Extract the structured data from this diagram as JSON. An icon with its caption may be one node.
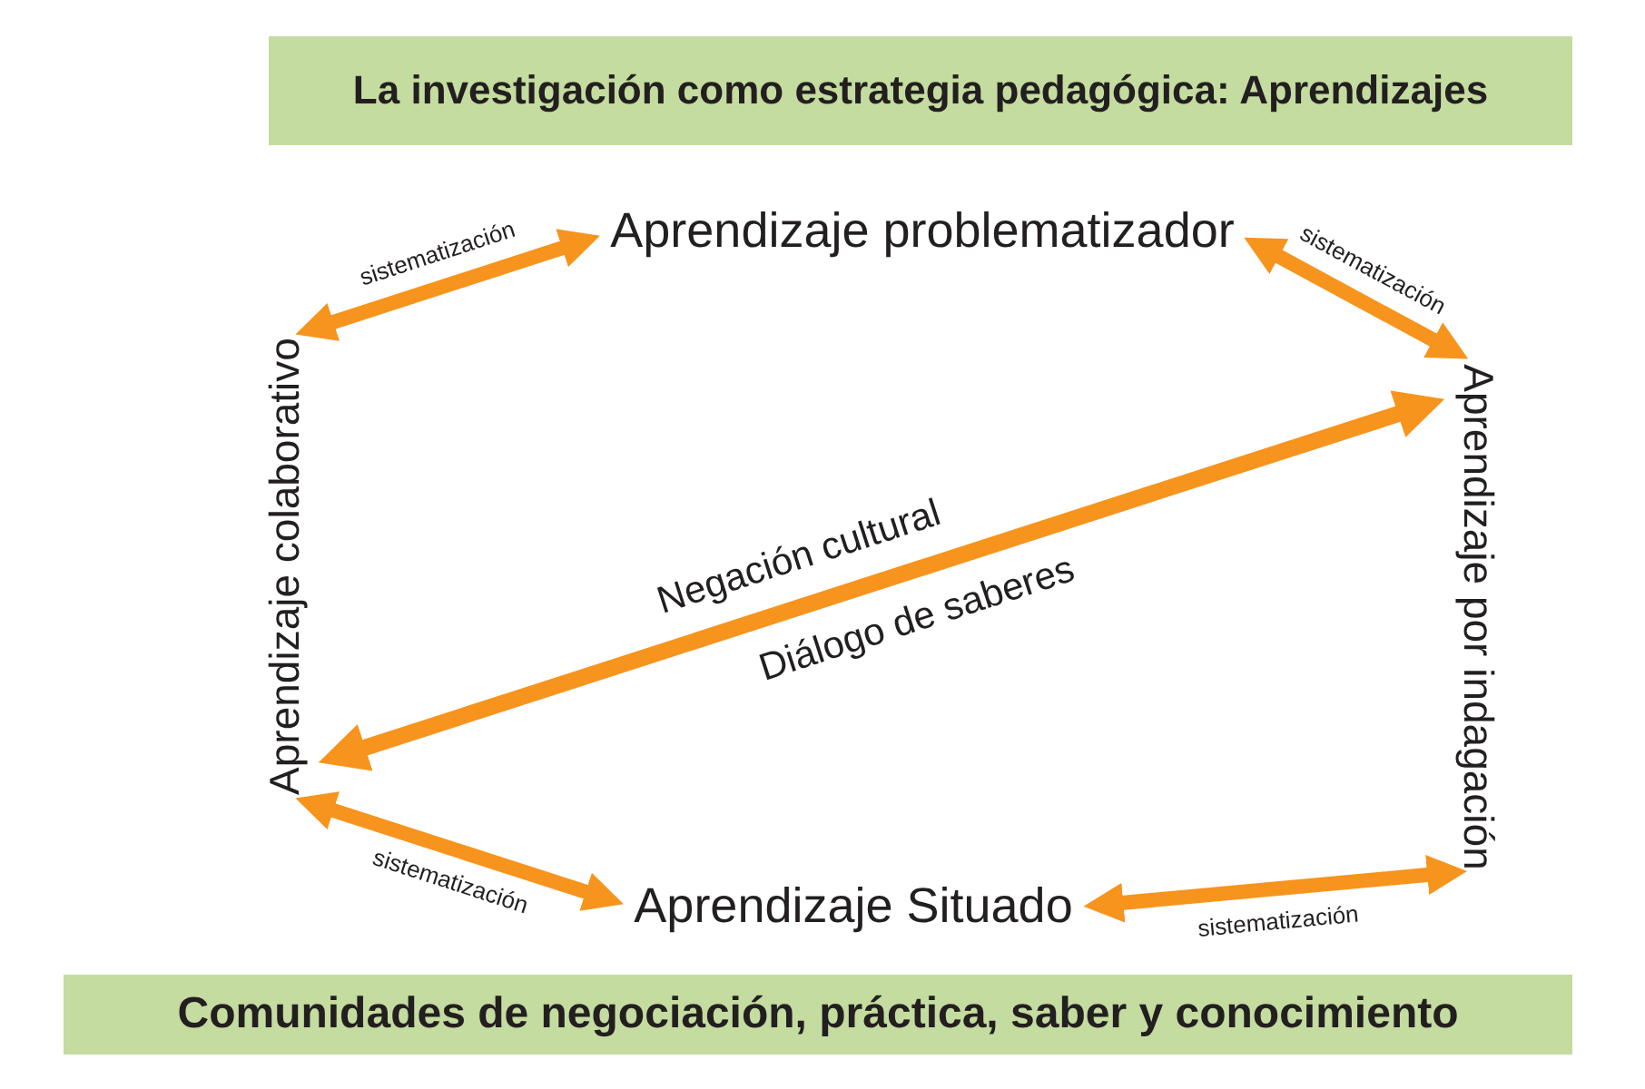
{
  "diagram": {
    "nodes": [
      {
        "text": [
          "La investigación como estrategia pedagógica: Aprendizajes"
        ]
      },
      {
        "text": [
          "Aprendizaje problematizador"
        ]
      },
      {
        "text": [
          "Aprendizaje colaborativo"
        ]
      },
      {
        "text": [
          "Aprendizaje por indagación"
        ]
      },
      {
        "text": [
          "Aprendizaje Situado"
        ]
      },
      {
        "text": [
          "Comunidades de negociación, práctica, saber y conocimiento"
        ]
      }
    ],
    "edges": [
      {
        "from": 2,
        "to": 1,
        "arrow": "both",
        "label": "sistematización"
      },
      {
        "from": 1,
        "to": 3,
        "arrow": "both",
        "label": "sistematización"
      },
      {
        "from": 2,
        "to": 4,
        "arrow": "both",
        "label": "sistematización"
      },
      {
        "from": 4,
        "to": 3,
        "arrow": "both",
        "label": "sistematización"
      },
      {
        "from": 2,
        "to": 3,
        "arrow": "both",
        "label": "Negación cultural"
      }
    ],
    "labels": [
      "Diálogo de saberes"
    ]
  }
}
